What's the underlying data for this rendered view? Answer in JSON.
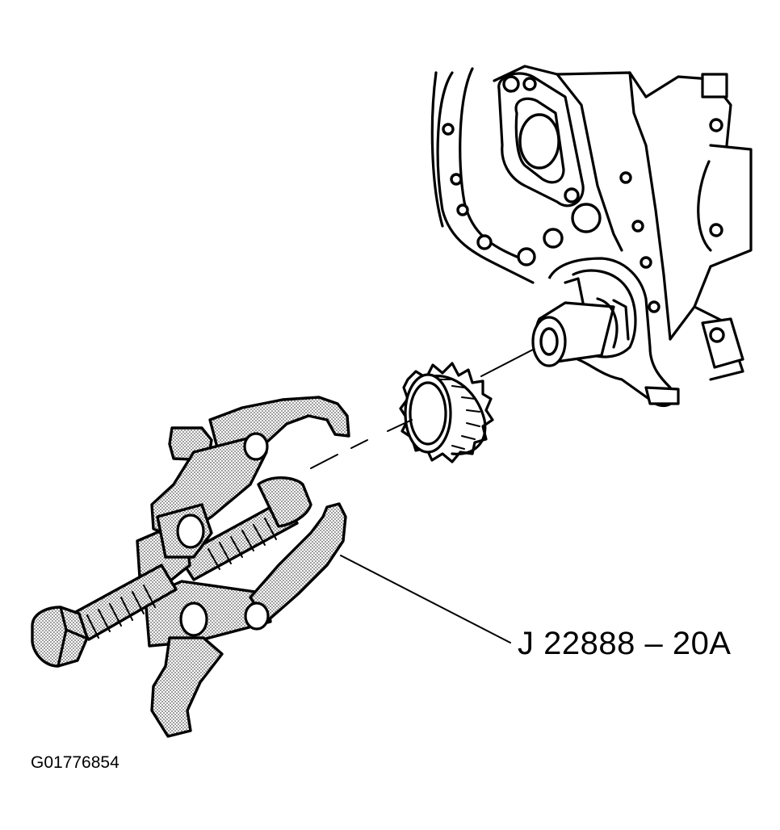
{
  "callout": {
    "tool_number": "J 22888 – 20A"
  },
  "figure": {
    "id": "G01776854"
  },
  "icons": [
    "engine-front-cover",
    "crankshaft-sprocket",
    "three-jaw-puller"
  ],
  "colors": {
    "ink": "#000000",
    "background": "#ffffff",
    "stipple": "#8a8a8a"
  }
}
